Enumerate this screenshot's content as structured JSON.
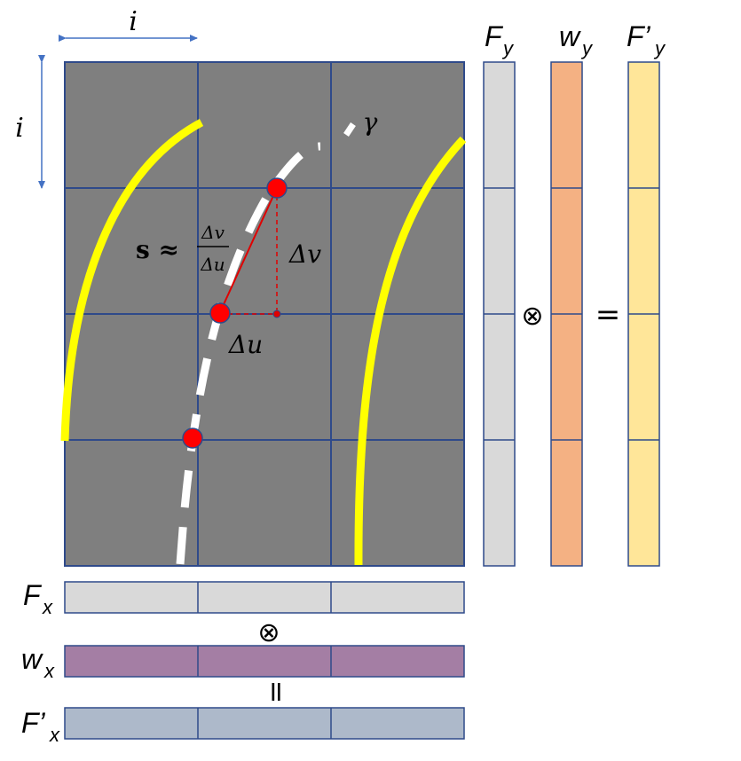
{
  "labels": {
    "cell_i_top": "i",
    "cell_i_left": "i",
    "gamma": "γ",
    "slope_lhs": "s ≈",
    "slope_num": "Δv",
    "slope_den": "Δu",
    "delta_v": "Δv",
    "delta_u": "Δu",
    "Fy": "F",
    "Fy_sub": "y",
    "wy": "w",
    "wy_sub": "y",
    "Fpy": "F’",
    "Fpy_sub": "y",
    "Fx": "F",
    "Fx_sub": "x",
    "wx": "w",
    "wx_sub": "x",
    "Fpx": "F’",
    "Fpx_sub": "x",
    "otimes_right": "⊗",
    "equals_right": "=",
    "otimes_bottom": "⊗",
    "equals_bottom": "="
  },
  "colors": {
    "grid_fill": "#7f7f7f",
    "grid_line": "#2f4a8a",
    "curve_yellow": "#ffff00",
    "curve_white": "#ffffff",
    "point_red": "#ff0000",
    "arrow_blue": "#4472c4",
    "F_gray": "#d9d9d9",
    "wy_orange": "#f4b183",
    "Fpy_yellow": "#ffe699",
    "wx_purple": "#a47ea4",
    "Fpx_blue": "#adb9ca"
  }
}
